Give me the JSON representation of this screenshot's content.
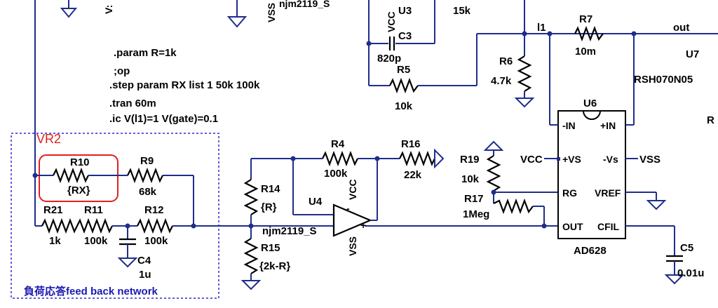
{
  "directives": [
    ".param R=1k",
    ";op",
    ".step param RX list 1 50k 100k",
    ".tran 60m",
    ".ic V(l1)=1 V(gate)=0.1"
  ],
  "network": {
    "title": "VR2",
    "caption": "負荷応答feed back network"
  },
  "components": {
    "R10": {
      "name": "R10",
      "value": "{RX}"
    },
    "R9": {
      "name": "R9",
      "value": "68k"
    },
    "R21": {
      "name": "R21",
      "value": "1k"
    },
    "R11": {
      "name": "R11",
      "value": "100k"
    },
    "R12": {
      "name": "R12",
      "value": "100k"
    },
    "C4": {
      "name": "C4",
      "value": "1u"
    },
    "R14": {
      "name": "R14",
      "value": "{R}"
    },
    "R15": {
      "name": "R15",
      "value": "{2k-R}"
    },
    "R4": {
      "name": "R4",
      "value": "100k"
    },
    "R16": {
      "name": "R16",
      "value": "22k"
    },
    "U4": {
      "name": "U4",
      "value": "njm2119_S"
    },
    "R19": {
      "name": "R19",
      "value": "10k"
    },
    "R17": {
      "name": "R17",
      "value": "1Meg"
    },
    "U6": {
      "name": "U6",
      "value": "AD628"
    },
    "C5": {
      "name": "C5",
      "value": "0.01u"
    },
    "R5": {
      "name": "R5",
      "value": "10k"
    },
    "C3": {
      "name": "C3",
      "value": "820p"
    },
    "U3": {
      "name": "U3",
      "value": ""
    },
    "R6": {
      "name": "R6",
      "value": "4.7k"
    },
    "R7": {
      "name": "R7",
      "value": "10m"
    },
    "U7": {
      "name": "U7",
      "value": "RSH070N05"
    }
  },
  "nets": {
    "l1": "l1",
    "out": "out",
    "vcc": "VCC",
    "vss": "VSS",
    "vcc_pin_u3": "VCC",
    "vss_pin_u4": "VSS",
    "vcc_pin_u4": "VCC",
    "top_vss": "VSS",
    "top_left_partial": "V:",
    "top_njm_partial": "njm2119_S",
    "r_partial_right": "R",
    "top_15k": "15k"
  },
  "ad628_pins": {
    "minus_in": "-IN",
    "plus_in": "+IN",
    "plus_vs": "+VS",
    "minus_vs": "-Vs",
    "rg": "RG",
    "vref": "VREF",
    "out": "OUT",
    "cfil": "CFIL"
  },
  "opamp_signs": {
    "minus": "-",
    "plus": "+"
  }
}
